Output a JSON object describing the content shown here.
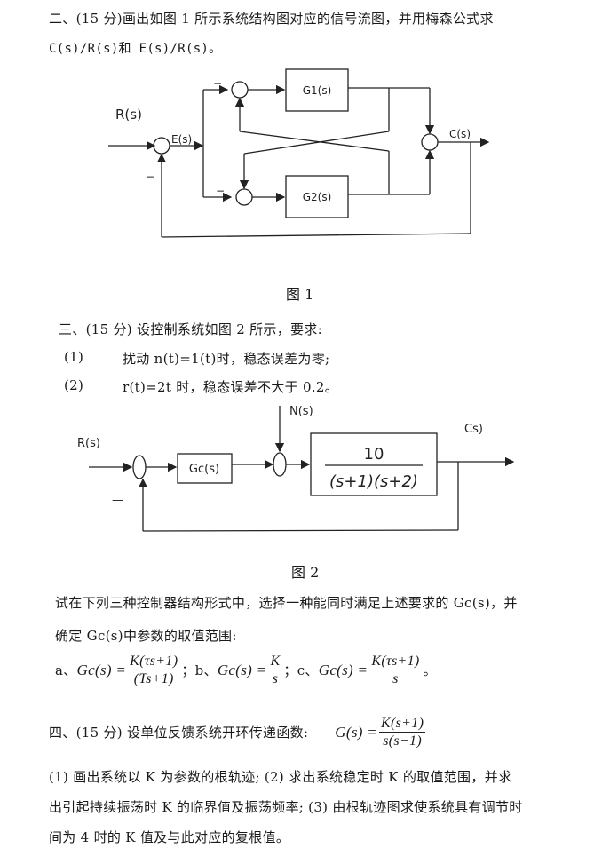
{
  "problem2": {
    "line1": "二、(15 分)画出如图 1 所示系统结构图对应的信号流图，并用梅森公式求",
    "line2": "C(s)/R(s)和 E(s)/R(s)。"
  },
  "figure1": {
    "input_label": "R(s)",
    "error_label": "E(s)",
    "output_label": "C(s)",
    "block1": "G1(s)",
    "block2": "G2(s)",
    "minus": "−",
    "caption": "图 1"
  },
  "problem3": {
    "heading": "三、(15 分) 设控制系统如图 2 所示，要求:",
    "req1_num": "(1)",
    "req1_text": "扰动 n(t)=1(t)时，稳态误差为零;",
    "req2_num": "(2)",
    "req2_text": "r(t)=2t 时，稳态误差不大于 0.2。"
  },
  "figure2": {
    "input_label": "R(s)",
    "disturbance_label": "N(s)",
    "output_label": "Cs)",
    "controller_block": "Gc(s)",
    "plant_num": "10",
    "plant_den": "(s+1)(s+2)",
    "minus": "—",
    "caption": "图 2"
  },
  "problem3_cont": {
    "line1": "试在下列三种控制器结构形式中，选择一种能同时满足上述要求的 Gc(s)，并",
    "line2": "确定 Gc(s)中参数的取值范围:",
    "options": [
      {
        "label": "a、",
        "lhs": "Gc(s) =",
        "num": "K(τs+1)",
        "den": "(Ts+1)",
        "sep": "；"
      },
      {
        "label": "b、",
        "lhs": "Gc(s) =",
        "num": "K",
        "den": "s",
        "sep": "；"
      },
      {
        "label": "c、",
        "lhs": "Gc(s) =",
        "num": "K(τs+1)",
        "den": "s",
        "sep": "。"
      }
    ]
  },
  "problem4": {
    "heading": "四、(15 分) 设单位反馈系统开环传递函数:",
    "lhs": "G(s) =",
    "num": "K(s+1)",
    "den": "s(s−1)",
    "line1": "(1) 画出系统以 K 为参数的根轨迹; (2) 求出系统稳定时 K 的取值范围，并求",
    "line2": "出引起持续振荡时 K 的临界值及振荡频率; (3) 由根轨迹图求使系统具有调节时",
    "line3": "间为 4 时的 K 值及与此对应的复根值。"
  }
}
